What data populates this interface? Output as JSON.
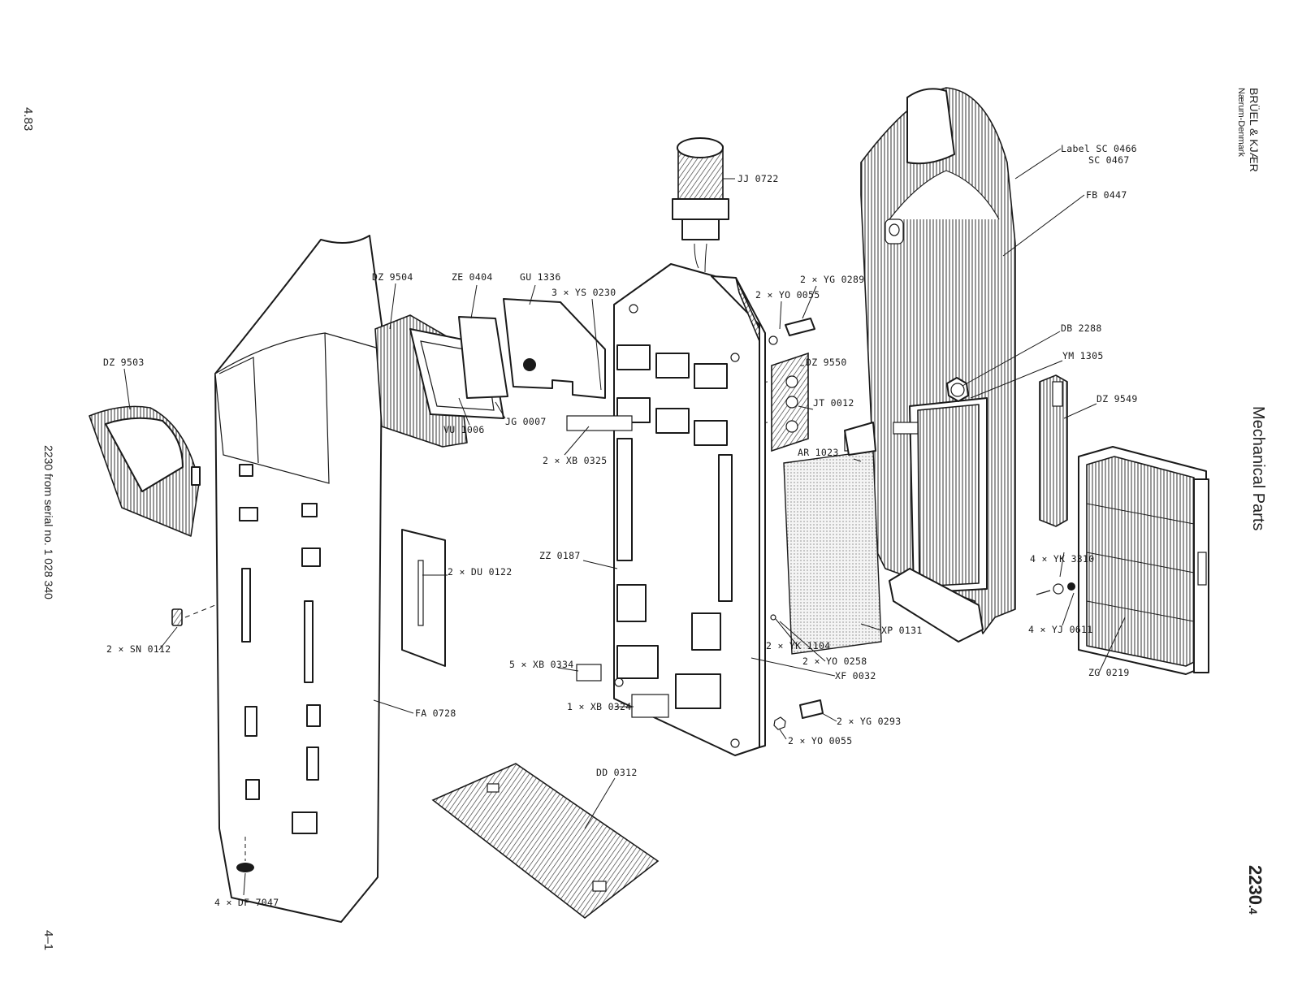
{
  "margins": {
    "page_ref": "4.83",
    "serial_note": "2230 from serial no. 1 028 340",
    "page_number": "4–1",
    "brand_name": "BRÜEL & KJÆR",
    "brand_location": "Nærum-Denmark",
    "section_title": "Mechanical Parts",
    "model_main": "2230",
    "model_sub": ".4"
  },
  "callouts": {
    "jj0722": "JJ 0722",
    "label_sc": "Label  SC 0466",
    "sc0467": "SC 0467",
    "fb0447": "FB 0447",
    "dz9504": "DZ 9504",
    "ze0404": "ZE 0404",
    "gu1336": "GU 1336",
    "ys0230": "3 × YS 0230",
    "yo0055_top": "2 × YO 0055",
    "yg0289": "2 × YG 0289",
    "dz9503": "DZ 9503",
    "db2288": "DB 2288",
    "ym1305": "YM 1305",
    "dz9550": "DZ 9550",
    "jt0012": "JT 0012",
    "vu1006": "VU 1006",
    "jg0007": "JG 0007",
    "xb0325": "2 × XB 0325",
    "ar1023": "AR 1023",
    "dz9549": "DZ 9549",
    "zz0187": "ZZ  0187",
    "du0122": "2 × DU 0122",
    "yk3310": "4 × YK 3310",
    "yj0611": "4 × YJ 0611",
    "yk1104": "2 × YK 1104",
    "xp0131": "XP 0131",
    "sn0112": "2 × SN 0112",
    "yo0258": "2 × YO 0258",
    "xb0334": "5 × XB 0334",
    "xf0032": "XF 0032",
    "zg0219": "ZG  0219",
    "xb0324": "1 × XB 0324",
    "fa0728": "FA 0728",
    "yg0293": "2 × YG 0293",
    "yo0055_bottom": "2 × YO 0055",
    "dd0312": "DD 0312",
    "df7047": "4 × DF 7047"
  }
}
